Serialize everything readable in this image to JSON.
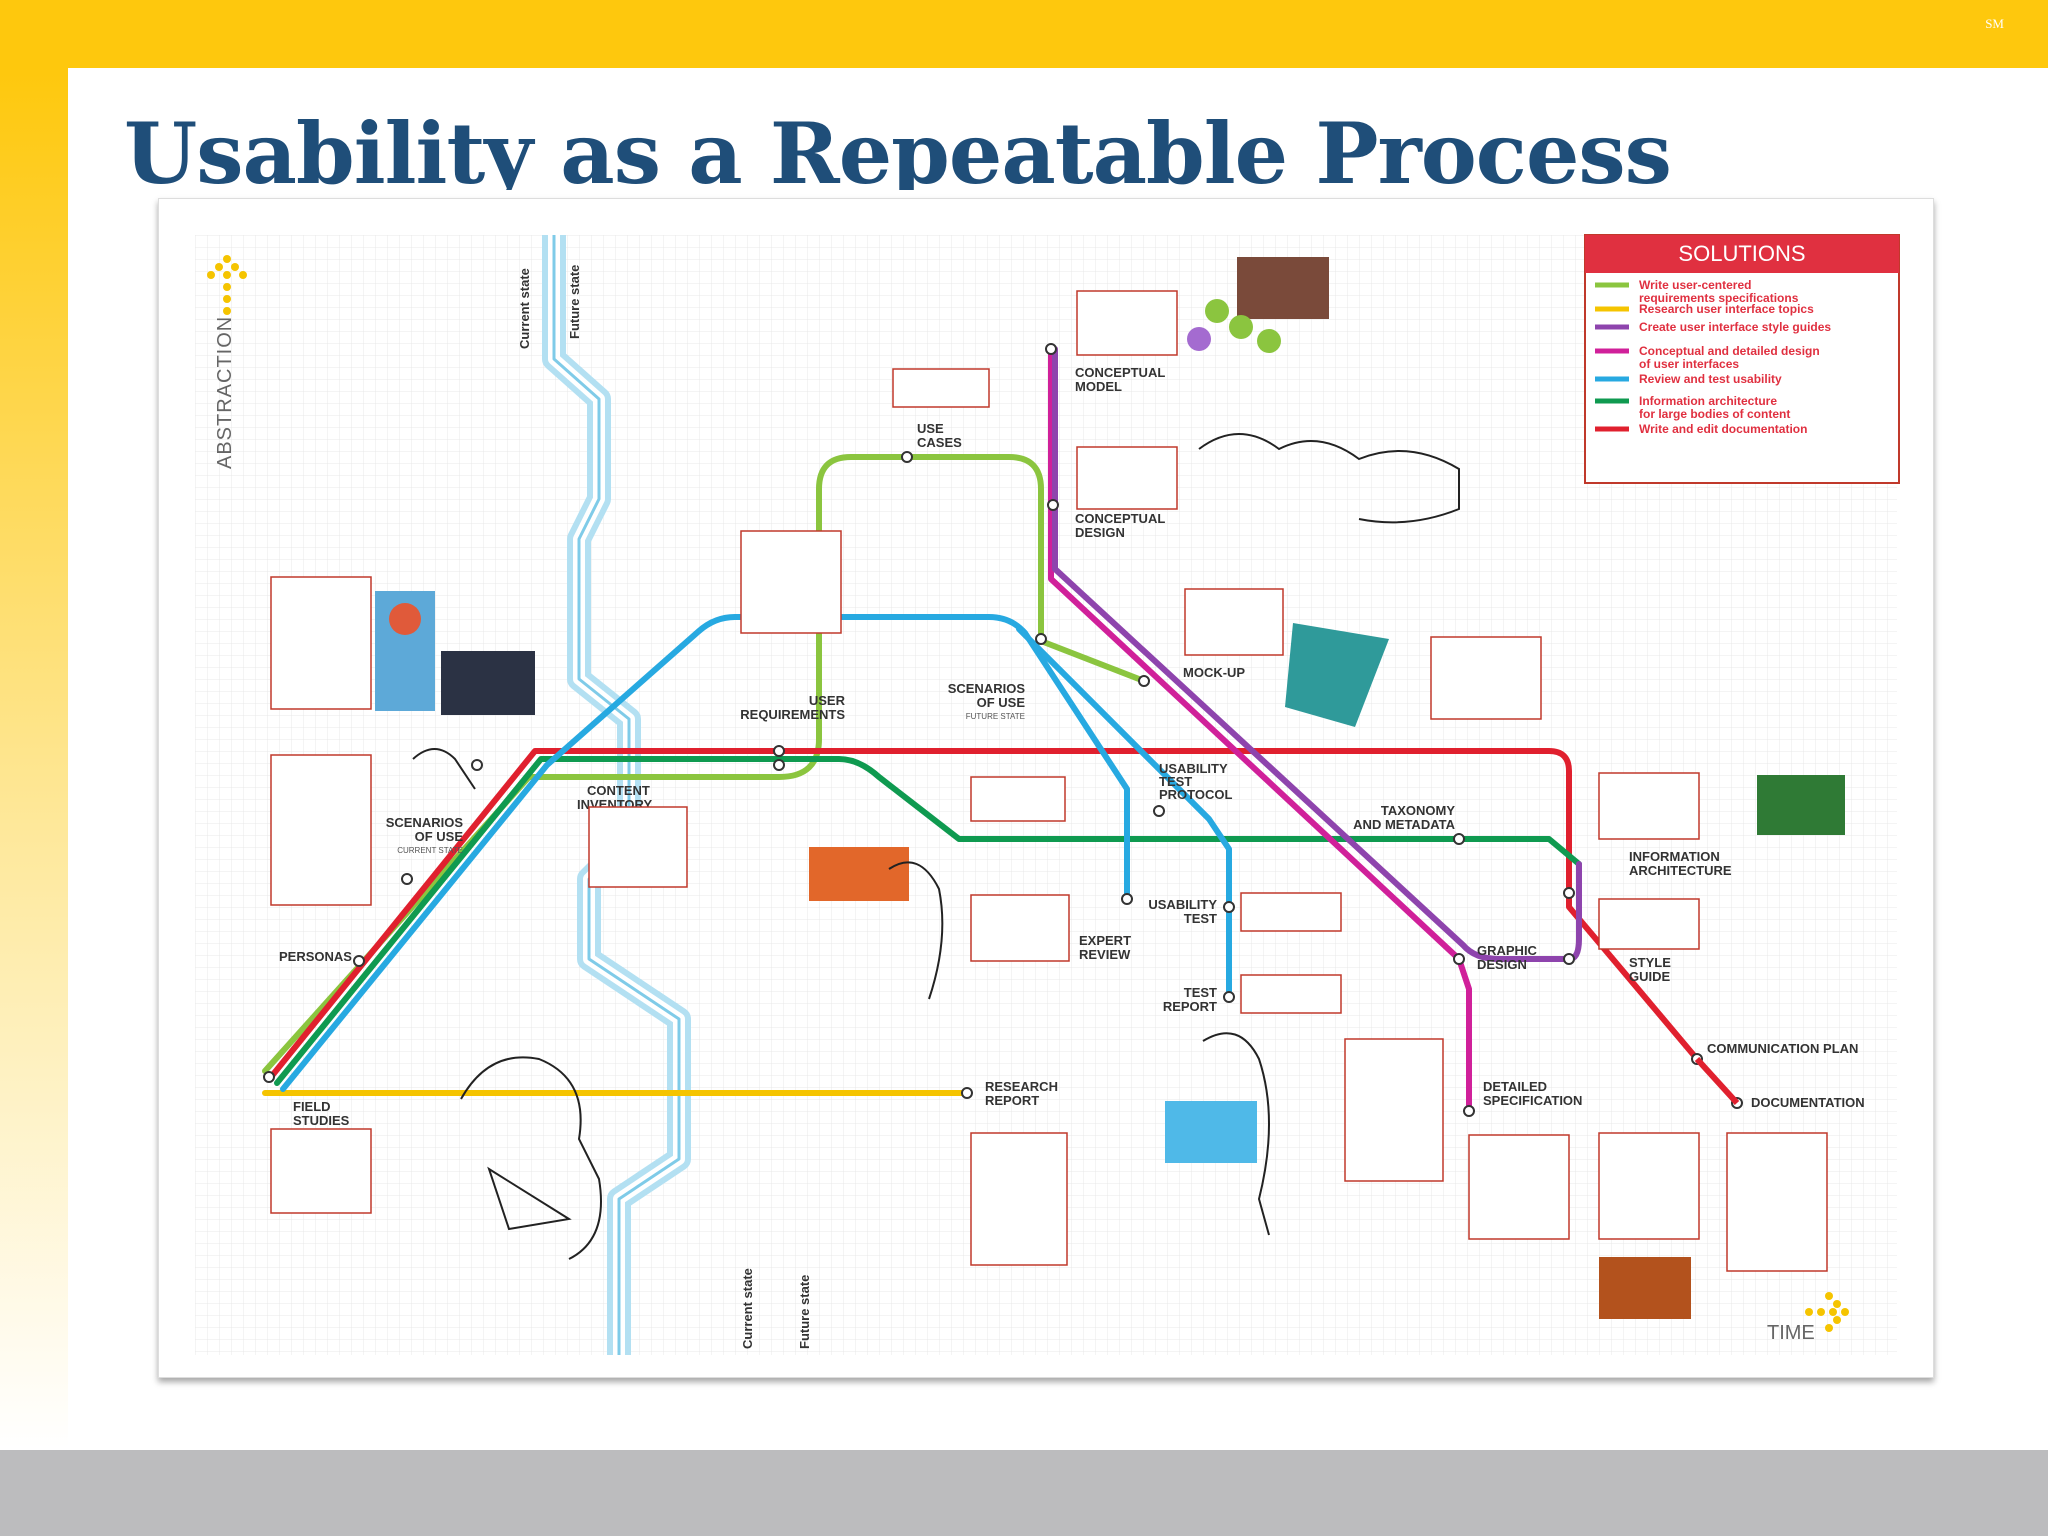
{
  "slide": {
    "title": "Usability as a Repeatable Process",
    "initials": "SM",
    "colors": {
      "top_bar": "#fec80d",
      "title": "#1f4e79",
      "bottom_bar": "#bcbcbe"
    }
  },
  "map": {
    "axes": {
      "vertical": "ABSTRACTION",
      "horizontal": "TIME"
    },
    "river_labels": {
      "current": "Current state",
      "future": "Future state"
    },
    "legend": {
      "title": "SOLUTIONS",
      "items": [
        {
          "color": "#8bc53f",
          "label_lines": [
            "Write user-centered",
            "requirements specifications"
          ]
        },
        {
          "color": "#f5c400",
          "label_lines": [
            "Research user interface topics"
          ]
        },
        {
          "color": "#8e44ad",
          "label_lines": [
            "Create user interface style guides"
          ]
        },
        {
          "color": "#d0209a",
          "label_lines": [
            "Conceptual and detailed design",
            "of user interfaces"
          ]
        },
        {
          "color": "#27a9e1",
          "label_lines": [
            "Review and test usability"
          ]
        },
        {
          "color": "#0f9a50",
          "label_lines": [
            "Information architecture",
            "for large bodies of content"
          ]
        },
        {
          "color": "#e0202e",
          "label_lines": [
            "Write and edit documentation"
          ]
        }
      ]
    },
    "stations": {
      "field_studies": [
        "FIELD",
        "STUDIES"
      ],
      "personas": [
        "PERSONAS"
      ],
      "scenarios_current": [
        "SCENARIOS",
        "OF USE"
      ],
      "scenarios_current_sub": "CURRENT STATE",
      "content_inventory": [
        "CONTENT",
        "INVENTORY"
      ],
      "user_requirements": [
        "USER",
        "REQUIREMENTS"
      ],
      "use_cases": [
        "USE",
        "CASES"
      ],
      "scenarios_future": [
        "SCENARIOS",
        "OF USE"
      ],
      "scenarios_future_sub": "FUTURE STATE",
      "conceptual_model": [
        "CONCEPTUAL",
        "MODEL"
      ],
      "conceptual_design": [
        "CONCEPTUAL",
        "DESIGN"
      ],
      "mock_up": [
        "MOCK-UP"
      ],
      "usability_test_protocol": [
        "USABILITY",
        "TEST",
        "PROTOCOL"
      ],
      "usability_test": [
        "USABILITY",
        "TEST"
      ],
      "expert_review": [
        "EXPERT",
        "REVIEW"
      ],
      "test_report": [
        "TEST",
        "REPORT"
      ],
      "research_report": [
        "RESEARCH",
        "REPORT"
      ],
      "taxonomy": [
        "TAXONOMY",
        "AND METADATA"
      ],
      "information_architecture": [
        "INFORMATION",
        "ARCHITECTURE"
      ],
      "style_guide": [
        "STYLE",
        "GUIDE"
      ],
      "graphic_design": [
        "GRAPHIC",
        "DESIGN"
      ],
      "detailed_specification": [
        "DETAILED",
        "SPECIFICATION"
      ],
      "communication_plan": [
        "COMMUNICATION PLAN"
      ],
      "documentation": [
        "DOCUMENTATION"
      ]
    }
  }
}
